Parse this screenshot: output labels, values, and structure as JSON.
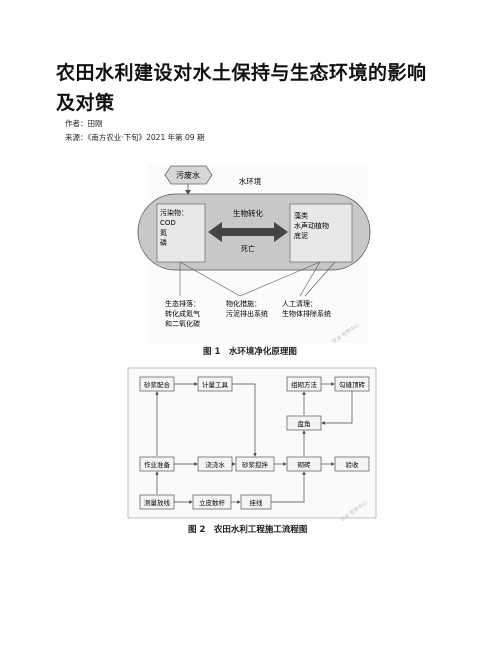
{
  "article": {
    "title_line1": "农田水利建设对水土保持与生态环境的影响",
    "title_line2": "及对策",
    "author": "作者：田刚",
    "source": "来源：《南方农业·下旬》2021 年第 09 期"
  },
  "figure1": {
    "caption": "图 1　水环境净化原理图",
    "top_node": "污废水",
    "env_label": "水环境",
    "pollutant": [
      "污染物：",
      "COD",
      "氮",
      "磷"
    ],
    "biological": "生物转化",
    "death": "死亡",
    "organisms": [
      "藻类",
      "水声动植物",
      "底泥"
    ],
    "ecology": [
      "生态排落：",
      "转化成氮气",
      "和二氧化碳"
    ],
    "physchem": [
      "物化措施：",
      "污泥排出系统"
    ],
    "manual": [
      "人工清理：",
      "生物体排除系统"
    ]
  },
  "figure2": {
    "caption": "图 2　农田水利工程施工流程图",
    "nodes": {
      "mortar_mix": "砂浆配合",
      "metering": "计量工具",
      "brick_assembly": "组砌方法",
      "brick_cover": "勾缝顶砖",
      "prep": "作业准备",
      "wet_brick": "浇浇水",
      "mortar_stir": "砂浆搅拌",
      "masonry": "砌砖",
      "check": "验收",
      "pan": "盘角",
      "survey": "测量放线",
      "vertical": "立皮数杆",
      "line": "挂线"
    }
  },
  "watermark": "农业 世界中心"
}
